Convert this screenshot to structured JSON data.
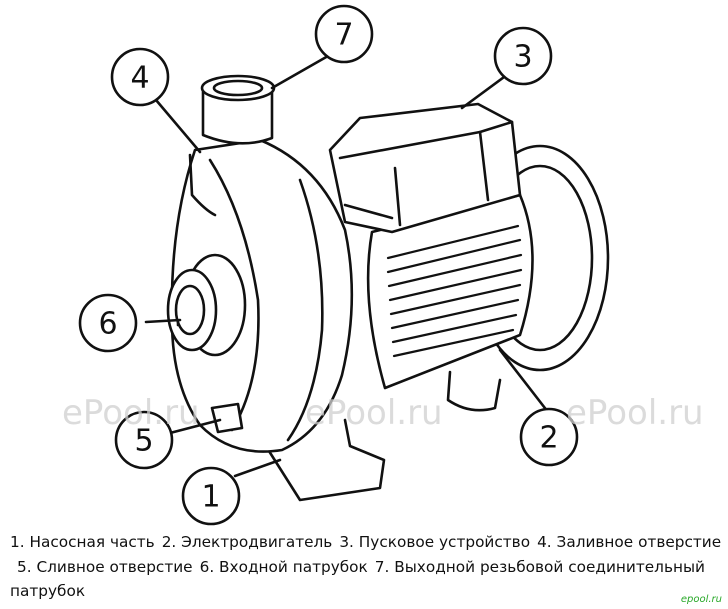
{
  "watermark": {
    "text": "ePool.ru"
  },
  "brand": {
    "text": "epool.ru",
    "color": "#2aa82a"
  },
  "callouts": [
    {
      "id": "1",
      "label": "1"
    },
    {
      "id": "2",
      "label": "2"
    },
    {
      "id": "3",
      "label": "3"
    },
    {
      "id": "4",
      "label": "4"
    },
    {
      "id": "5",
      "label": "5"
    },
    {
      "id": "6",
      "label": "6"
    },
    {
      "id": "7",
      "label": "7"
    }
  ],
  "legend": {
    "items": [
      "1. Насосная часть",
      "2. Электродвигатель",
      "3. Пусковое устройство",
      "4. Заливное отверстие",
      "5. Сливное отверстие",
      "6. Входной патрубок",
      "7. Выходной резьбовой соединительный патрубок"
    ]
  }
}
